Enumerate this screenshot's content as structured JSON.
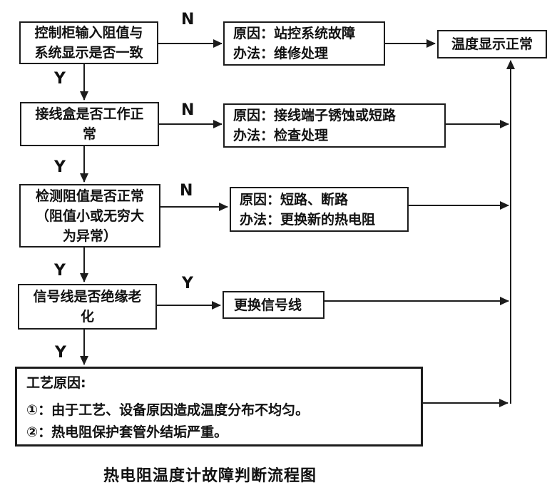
{
  "diagram": {
    "title": "热电阻温度计故障判断流程图",
    "nodes": {
      "decision1": "控制柜输入阻值与\n系统显示是否一致",
      "cause1": "原因：站控系统故障\n办法：维修处理",
      "result": "温度显示正常",
      "decision2": "接线盒是否工作正\n常",
      "cause2": "原因：接线端子锈蚀或短路\n办法：检查处理",
      "decision3": "检测阻值是否正常\n（阻值小或无穷大\n为异常）",
      "cause3": "原因：短路、断路\n办法：更换新的热电阻",
      "decision4": "信号线是否绝缘老\n化",
      "action4": "更换信号线",
      "process_title": "工艺原因:",
      "process_item1": "①：由于工艺、设备原因造成温度分布不均匀。",
      "process_item2": "②：热电阻保护套管外结垢严重。"
    },
    "labels": {
      "n1": "N",
      "n2": "N",
      "n3": "N",
      "y1": "Y",
      "y2": "Y",
      "y3": "Y",
      "y4": "Y",
      "y_branch": "Y"
    },
    "colors": {
      "line": "#1c1c1c",
      "background": "#ffffff",
      "text": "#111111"
    }
  }
}
